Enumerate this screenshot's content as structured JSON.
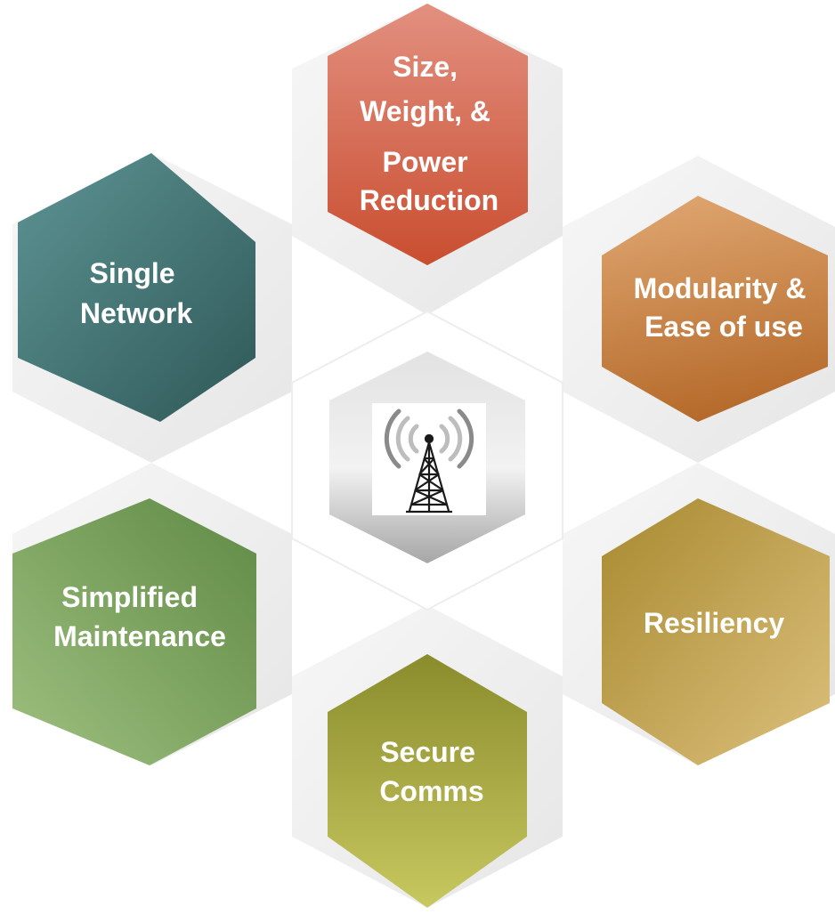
{
  "diagram": {
    "center": {
      "icon": "radio-tower-icon"
    },
    "hexagons": [
      {
        "id": "swap",
        "lines": [
          "Size,",
          "Weight, &",
          "Power",
          "Reduction"
        ],
        "color_light": "#e39080",
        "color_dark": "#c94e30"
      },
      {
        "id": "modularity",
        "lines": [
          "Modularity &",
          "Ease of use"
        ],
        "color_light": "#dfa670",
        "color_dark": "#b56a2a"
      },
      {
        "id": "resiliency",
        "lines": [
          "Resiliency"
        ],
        "color_light": "#a88a30",
        "color_dark": "#dcc07c"
      },
      {
        "id": "secure-comms",
        "lines": [
          "Secure",
          "Comms"
        ],
        "color_light": "#8a8c2c",
        "color_dark": "#c8c860"
      },
      {
        "id": "maintenance",
        "lines": [
          "Simplified",
          "Maintenance"
        ],
        "color_light": "#9fc080",
        "color_dark": "#5f8a45"
      },
      {
        "id": "single-network",
        "lines": [
          "Single",
          "Network"
        ],
        "color_light": "#5e9494",
        "color_dark": "#2f5858"
      }
    ]
  }
}
